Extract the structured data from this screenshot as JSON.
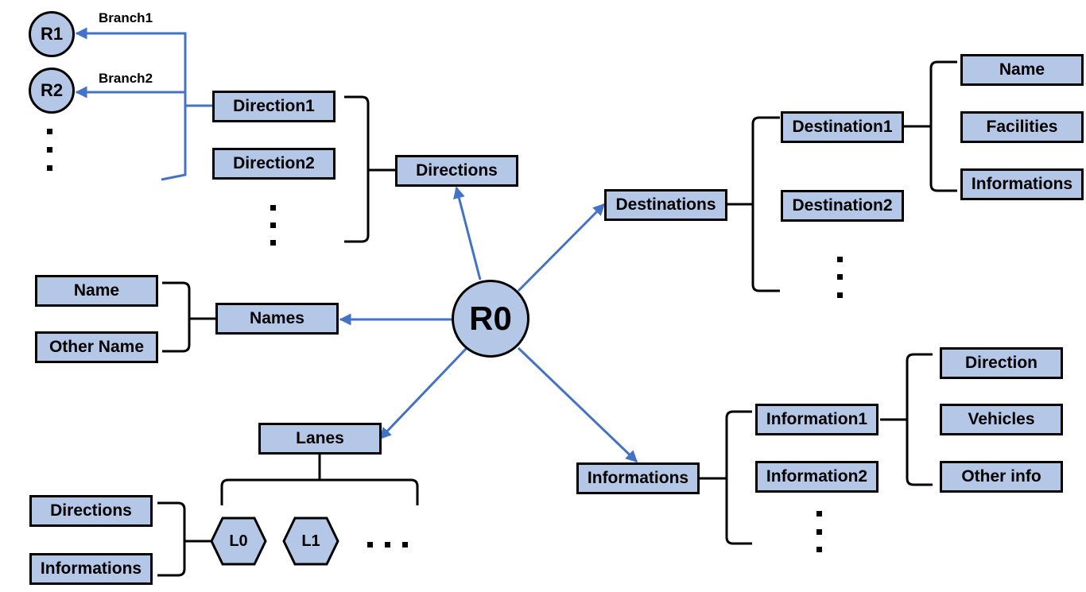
{
  "colors": {
    "fill": "#b4c7e7",
    "arrow": "#4472c4",
    "stroke": "#000000"
  },
  "root": "R0",
  "roads": [
    {
      "node": "R1",
      "branch": "Branch1"
    },
    {
      "node": "R2",
      "branch": "Branch2"
    }
  ],
  "directions": {
    "title": "Directions",
    "items": [
      "Direction1",
      "Direction2"
    ]
  },
  "destinations": {
    "title": "Destinations",
    "items": [
      "Destination1",
      "Destination2"
    ],
    "detail": [
      "Name",
      "Facilities",
      "Informations"
    ]
  },
  "names": {
    "title": "Names",
    "items": [
      "Name",
      "Other Name"
    ]
  },
  "informations": {
    "title": "Informations",
    "items": [
      "Information1",
      "Information2"
    ],
    "detail": [
      "Direction",
      "Vehicles",
      "Other info"
    ]
  },
  "lanes": {
    "title": "Lanes",
    "items": [
      "L0",
      "L1"
    ],
    "detail": [
      "Directions",
      "Informations"
    ]
  }
}
